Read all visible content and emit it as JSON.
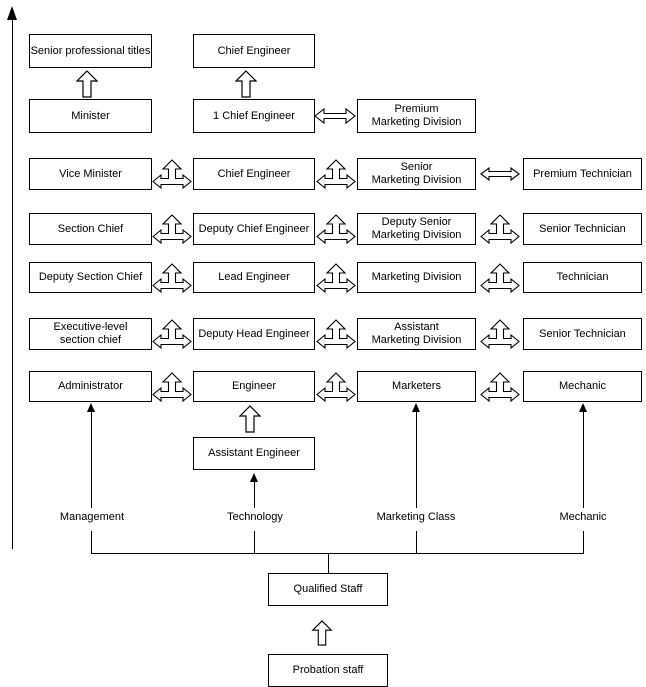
{
  "boxes": {
    "senior_professional_titles": {
      "lines": [
        "Senior professional titles"
      ]
    },
    "chief_engineer_top": {
      "lines": [
        "Chief Engineer"
      ]
    },
    "minister": {
      "lines": [
        "Minister"
      ]
    },
    "one_chief_engineer": {
      "lines": [
        "1 Chief Engineer"
      ]
    },
    "premium_marketing_division": {
      "lines": [
        "Premium",
        "Marketing Division"
      ]
    },
    "vice_minister": {
      "lines": [
        "Vice Minister"
      ]
    },
    "chief_engineer": {
      "lines": [
        "Chief Engineer"
      ]
    },
    "senior_marketing_division": {
      "lines": [
        "Senior",
        "Marketing Division"
      ]
    },
    "premium_technician": {
      "lines": [
        "Premium Technician"
      ]
    },
    "section_chief": {
      "lines": [
        "Section Chief"
      ]
    },
    "deputy_chief_engineer": {
      "lines": [
        "Deputy Chief Engineer"
      ]
    },
    "deputy_senior_marketing_division": {
      "lines": [
        "Deputy Senior",
        "Marketing Division"
      ]
    },
    "senior_technician_upper": {
      "lines": [
        "Senior Technician"
      ]
    },
    "deputy_section_chief": {
      "lines": [
        "Deputy Section Chief"
      ]
    },
    "lead_engineer": {
      "lines": [
        "Lead Engineer"
      ]
    },
    "marketing_division": {
      "lines": [
        "Marketing Division"
      ]
    },
    "technician": {
      "lines": [
        "Technician"
      ]
    },
    "executive_level_section_chief": {
      "lines": [
        "Executive-level",
        "section chief"
      ]
    },
    "deputy_head_engineer": {
      "lines": [
        "Deputy Head Engineer"
      ]
    },
    "assistant_marketing_division": {
      "lines": [
        "Assistant",
        "Marketing Division"
      ]
    },
    "senior_technician_lower": {
      "lines": [
        "Senior Technician"
      ]
    },
    "administrator": {
      "lines": [
        "Administrator"
      ]
    },
    "engineer": {
      "lines": [
        "Engineer"
      ]
    },
    "marketers": {
      "lines": [
        "Marketers"
      ]
    },
    "mechanic": {
      "lines": [
        "Mechanic"
      ]
    },
    "assistant_engineer": {
      "lines": [
        "Assistant Engineer"
      ]
    },
    "qualified_staff": {
      "lines": [
        "Qualified Staff"
      ]
    },
    "probation_staff": {
      "lines": [
        "Probation staff"
      ]
    }
  },
  "category_labels": {
    "management": "Management",
    "technology": "Technology",
    "marketing_class": "Marketing Class",
    "mechanic": "Mechanic"
  },
  "icons": {
    "three_way_arrow": "hollow left-right-up branch arrow",
    "double_arrow": "hollow left-right double arrow",
    "up_block_arrow": "hollow upward block arrow",
    "thin_up_arrow": "thin solid upward arrow",
    "axis_up_arrow": "tall solid upward axis arrow"
  },
  "colors": {
    "background": "#ffffff",
    "line": "#000000",
    "box_fill": "#ffffff",
    "text": "#000000"
  }
}
